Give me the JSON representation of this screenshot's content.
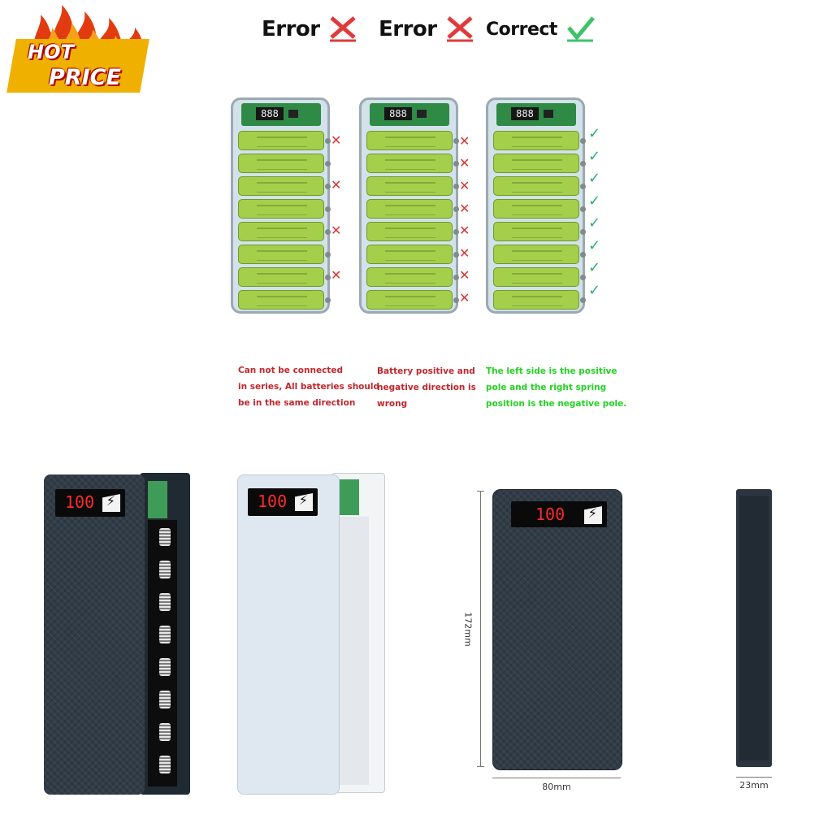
{
  "badge": {
    "line1": "HOT",
    "line2": "PRICE"
  },
  "headers": [
    {
      "label": "Error",
      "icon": "error-x-icon",
      "color": "#e03a3a"
    },
    {
      "label": "Error",
      "icon": "error-x-icon",
      "color": "#e03a3a"
    },
    {
      "label": "Correct",
      "icon": "correct-check-icon",
      "color": "#3cc36a"
    }
  ],
  "display_digits": "888",
  "captions": {
    "series": [
      "Can not be connected",
      "in series, All batteries should",
      "be in the same direction"
    ],
    "direction": [
      "Battery positive and",
      "negative direction is",
      "wrong"
    ],
    "correct": [
      "The left side is the positive",
      "pole and the right spring",
      "position is the negative pole."
    ]
  },
  "product": {
    "display_value": "100",
    "dimensions": {
      "height": "172mm",
      "width": "80mm",
      "depth": "23mm"
    }
  },
  "colors": {
    "error": "#d93535",
    "correct": "#2ab070",
    "caption_red": "#c1272d",
    "caption_green": "#22d322",
    "battery": "#a3cf4b"
  }
}
